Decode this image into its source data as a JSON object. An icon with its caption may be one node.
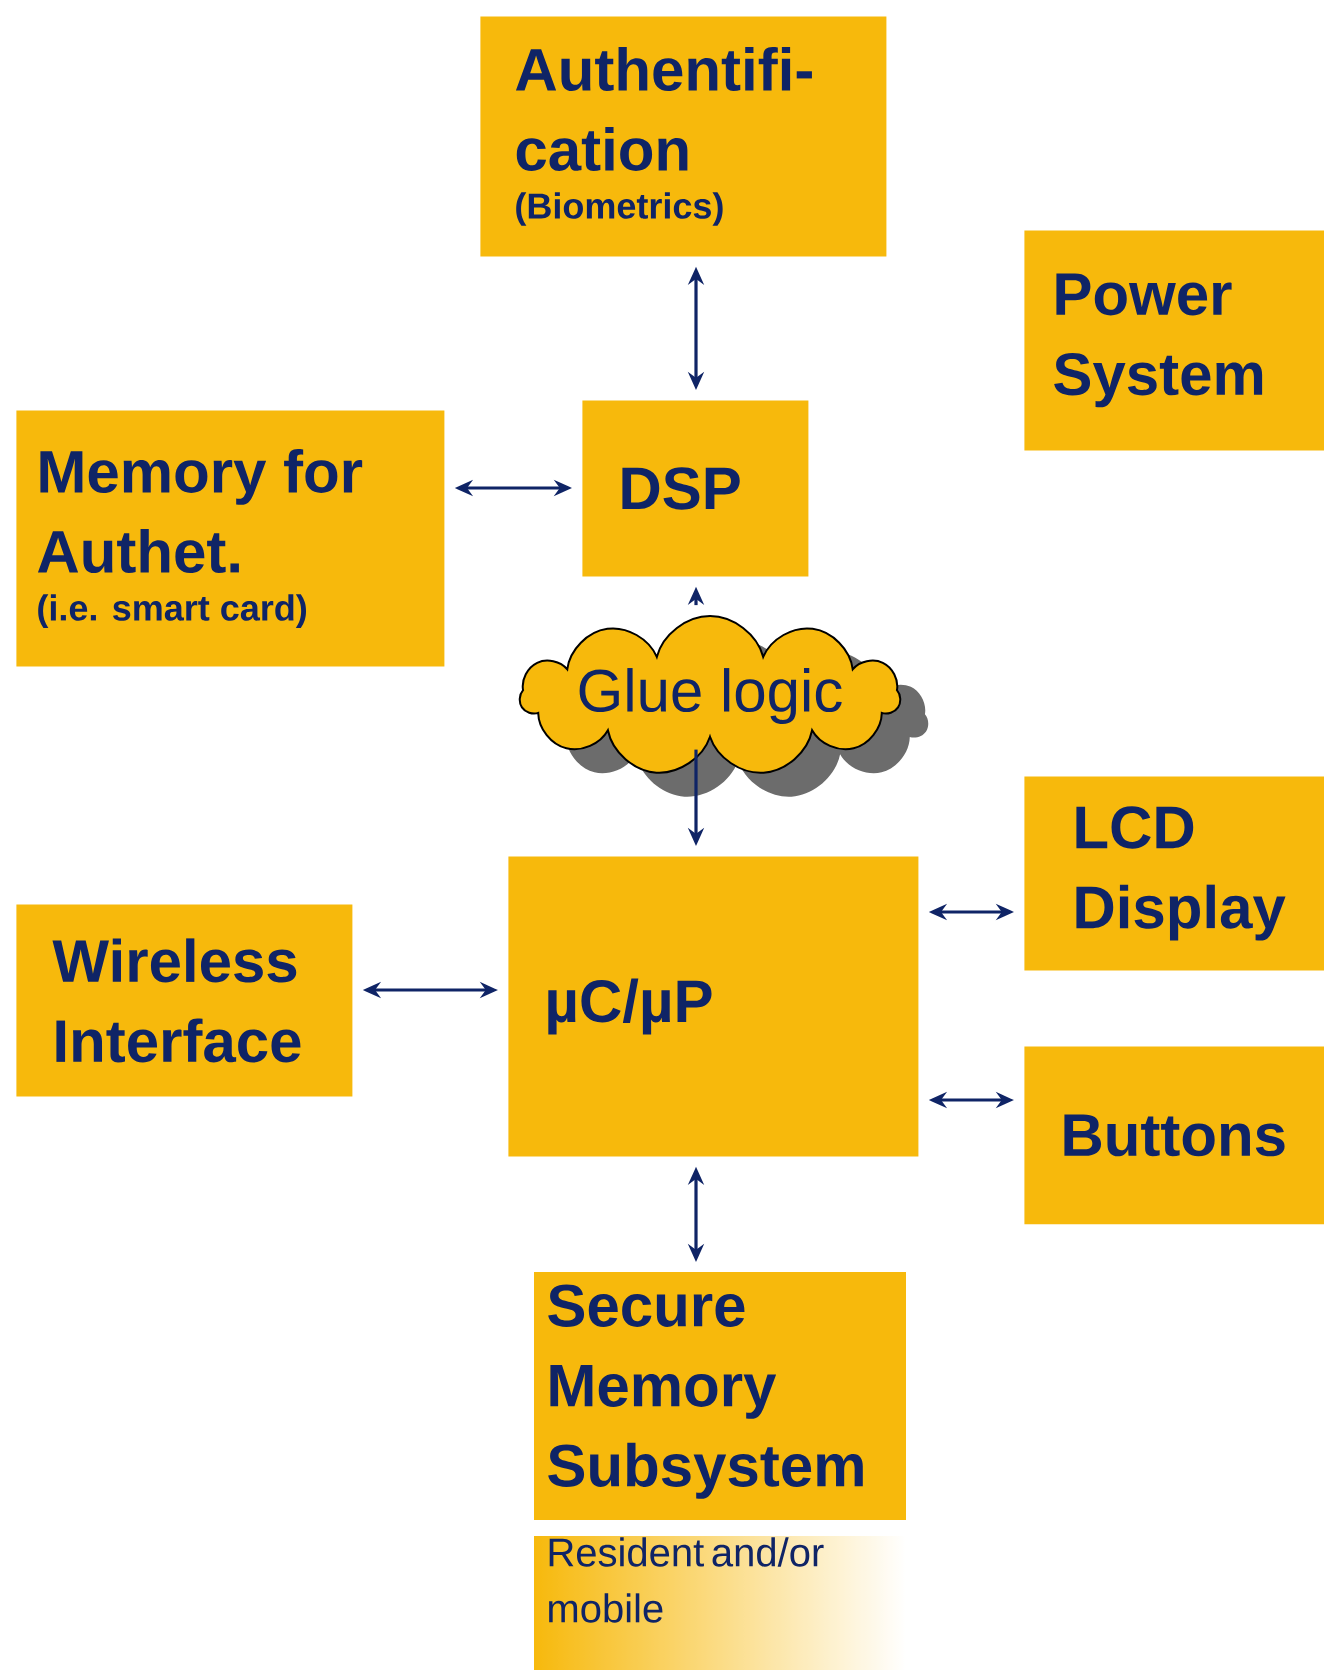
{
  "diagram": {
    "nodes": [
      {
        "text": [
          "Authentifi- cation",
          "(Biometrics)"
        ]
      },
      {
        "text": [
          "Power System"
        ]
      },
      {
        "text": [
          "Memory for Authet.",
          "(i.e. smart card)"
        ]
      },
      {
        "text": [
          "DSP"
        ]
      },
      {
        "text": [
          "Glue logic"
        ]
      },
      {
        "text": [
          "LCD Display"
        ]
      },
      {
        "text": [
          "Wireless Interface"
        ]
      },
      {
        "text": [
          "µC/µP"
        ]
      },
      {
        "text": [
          "Buttons"
        ]
      },
      {
        "text": [
          "Secure Memory Subsystem",
          "Resident and/or mobile"
        ]
      }
    ],
    "edges": [
      {
        "from": 0,
        "to": 3,
        "arrow": "both"
      },
      {
        "from": 2,
        "to": 3,
        "arrow": "both"
      },
      {
        "from": 4,
        "to": 3,
        "arrow": "to"
      },
      {
        "from": 4,
        "to": 7,
        "arrow": "to"
      },
      {
        "from": 6,
        "to": 7,
        "arrow": "both"
      },
      {
        "from": 7,
        "to": 5,
        "arrow": "both"
      },
      {
        "from": 7,
        "to": 8,
        "arrow": "both"
      },
      {
        "from": 7,
        "to": 9,
        "arrow": "both"
      }
    ]
  }
}
